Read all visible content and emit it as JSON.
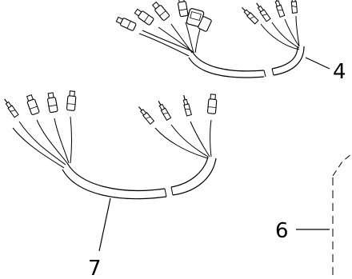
{
  "callouts": [
    {
      "id": "harness-upper",
      "label": "4"
    },
    {
      "id": "harness-lower",
      "label": "7"
    },
    {
      "id": "bracket",
      "label": "6"
    }
  ]
}
